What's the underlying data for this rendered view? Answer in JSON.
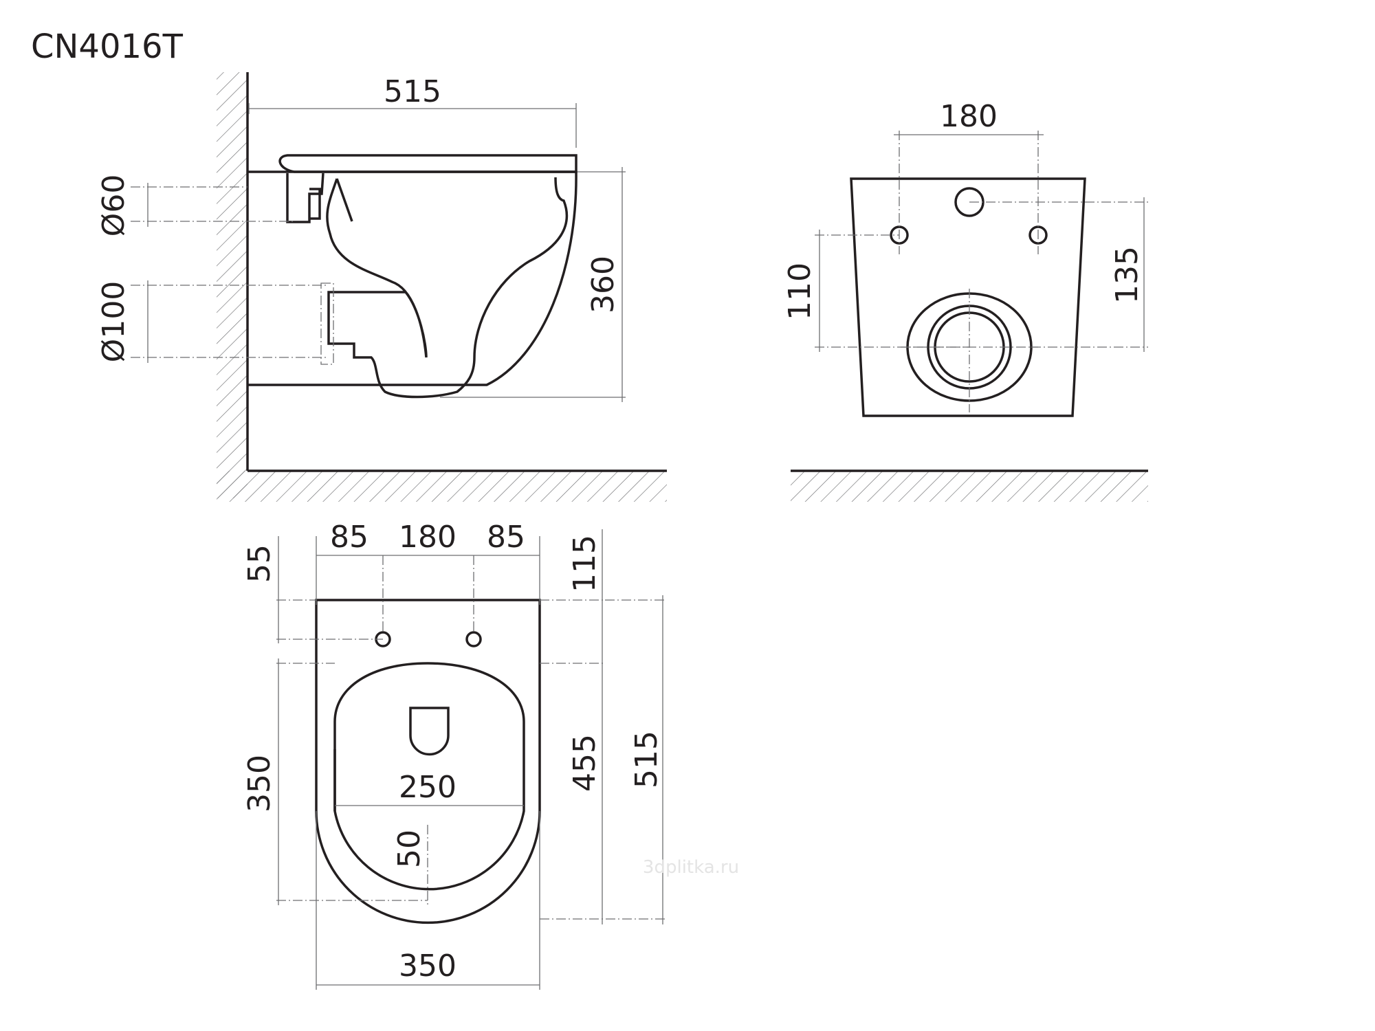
{
  "model": "CN4016T",
  "watermark": "3dplitka.ru",
  "side_view": {
    "top_width": "515",
    "inlet_diameter": "Ø60",
    "outlet_diameter": "Ø100",
    "height": "360"
  },
  "front_view": {
    "bolt_spacing": "180",
    "outlet_offset": "110",
    "bolt_offset": "135"
  },
  "top_view": {
    "left_offset": "85",
    "bolt_spacing": "180",
    "right_offset": "85",
    "bolt_from_back": "55",
    "rim_from_back": "115",
    "seat_length": "350",
    "bowl_length": "455",
    "total_length": "515",
    "rim_width": "250",
    "front_rim": "50",
    "total_width": "350"
  },
  "colors": {
    "line": "#231f20",
    "dim_line": "#6d6e70",
    "watermark": "#e4e4e4"
  }
}
